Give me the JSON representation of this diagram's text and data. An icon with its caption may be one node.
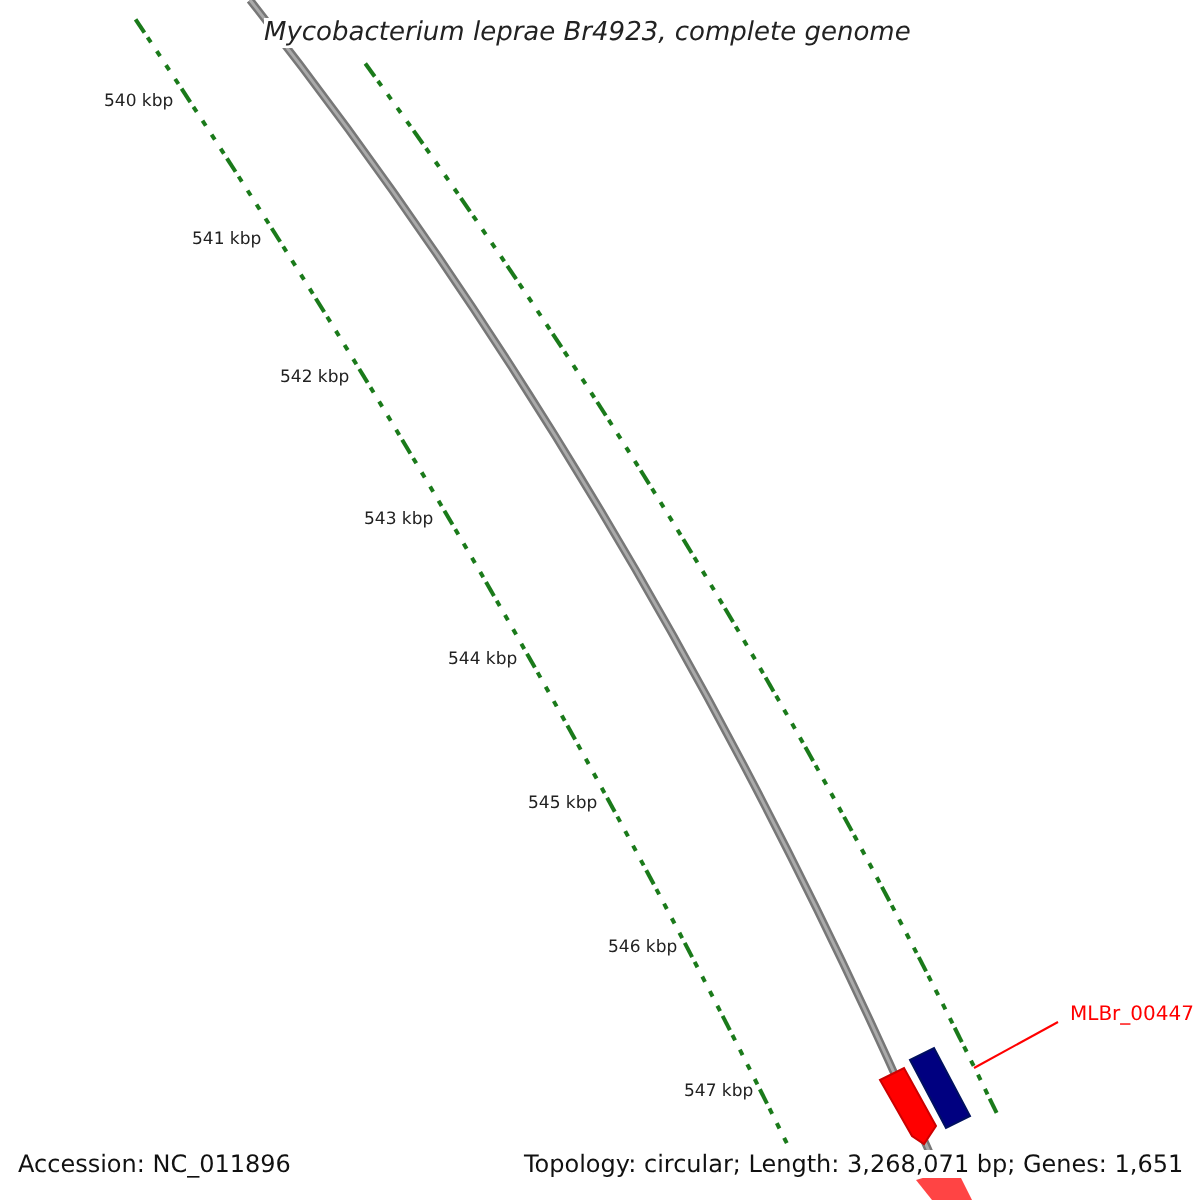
{
  "diagram": {
    "title": "Mycobacterium leprae Br4923, complete genome",
    "nodes": [
      {
        "text": [
          "MLBr_00447"
        ]
      },
      {
        "text": [],
        "shape": "bar"
      }
    ],
    "edges": [
      {
        "from": 0,
        "to": 1,
        "arrow": "none",
        "color": "#ff0000"
      }
    ],
    "labels": [
      "540 kbp",
      "541 kbp",
      "542 kbp",
      "543 kbp",
      "544 kbp",
      "545 kbp",
      "546 kbp",
      "547 kbp",
      "Accession: NC_011896",
      "Topology: circular; Length: 3,268,071 bp; Genes: 1,651"
    ]
  }
}
